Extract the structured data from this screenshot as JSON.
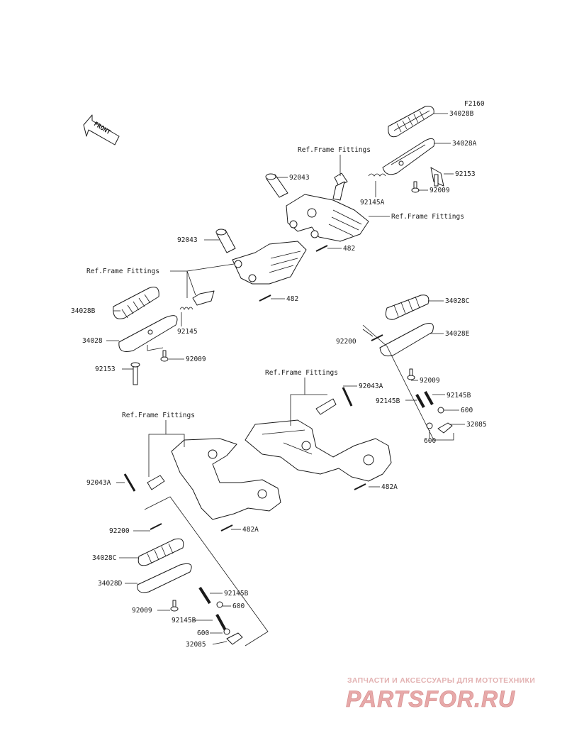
{
  "diagram_code": "F2160",
  "front_label": "FRONT",
  "ref_label": "Ref.Frame Fittings",
  "watermark": {
    "tagline": "ЗАПЧАСТИ И АКСЕССУАРЫ ДЛЯ МОТОТЕХНИКИ",
    "brand": "PARTSFOR.RU",
    "color": "#e7a9a9"
  },
  "parts": {
    "p34028B": "34028B",
    "p34028A": "34028A",
    "p92153": "92153",
    "p92009": "92009",
    "p92043": "92043",
    "p92145A": "92145A",
    "p482": "482",
    "p34028": "34028",
    "p92145": "92145",
    "p34028C": "34028C",
    "p34028E": "34028E",
    "p92200": "92200",
    "p92043A": "92043A",
    "p92145B": "92145B",
    "p600": "600",
    "p32085": "32085",
    "p34028D": "34028D",
    "p482A": "482A"
  }
}
